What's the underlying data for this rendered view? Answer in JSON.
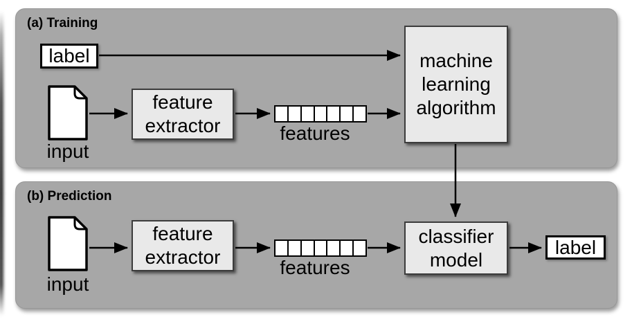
{
  "canvas": {
    "background": "#ffffff",
    "panel_color": "#a7a7a7",
    "node_fill": "#e9e9e9",
    "node_border": "#3c3c3c",
    "arrow_color": "#000000"
  },
  "panels": {
    "training": {
      "title": "(a) Training"
    },
    "prediction": {
      "title": "(b) Prediction"
    }
  },
  "nodes": {
    "label_in": "label",
    "label_out": "label",
    "input_caption": "input",
    "feature_extractor": "feature\nextractor",
    "features_caption": "features",
    "ml_algorithm": "machine\nlearning\nalgorithm",
    "classifier_model": "classifier\nmodel"
  },
  "features_strip": {
    "cell_count": 7
  }
}
